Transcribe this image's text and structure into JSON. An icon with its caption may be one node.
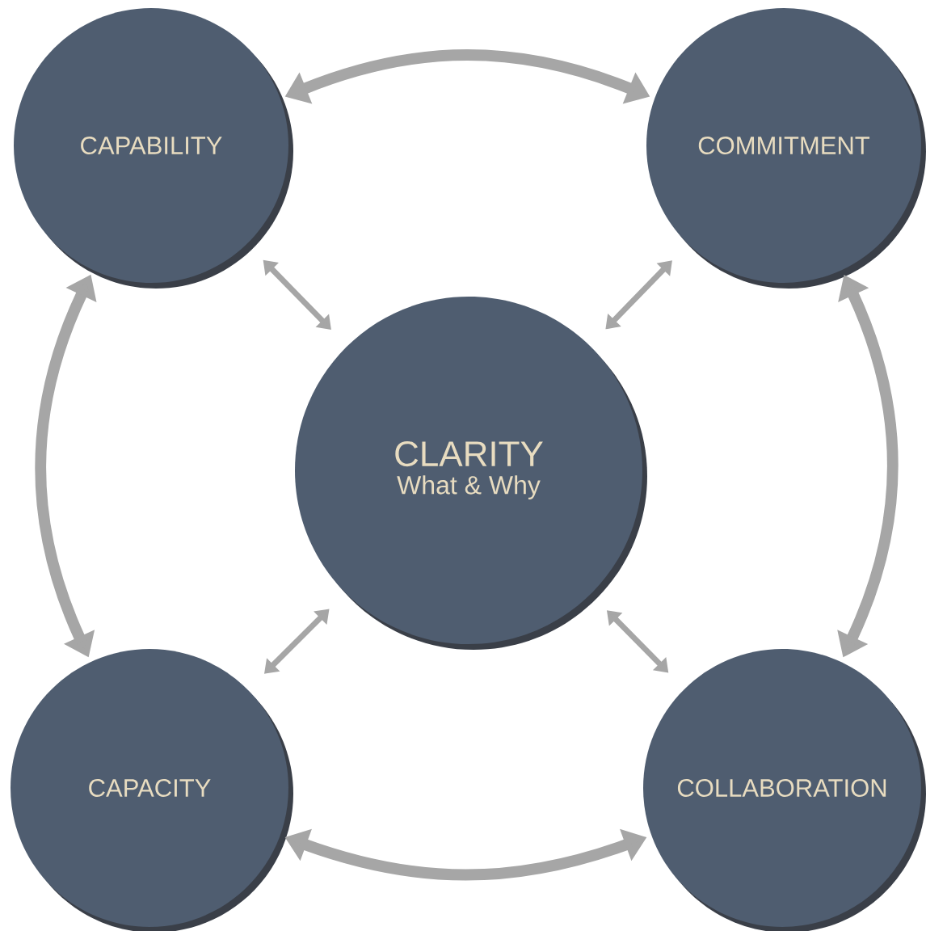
{
  "diagram": {
    "nodes": [
      {
        "text": [
          "CAPABILITY"
        ]
      },
      {
        "text": [
          "COMMITMENT"
        ]
      },
      {
        "text": [
          "CLARITY",
          "What & Why"
        ]
      },
      {
        "text": [
          "CAPACITY"
        ]
      },
      {
        "text": [
          "COLLABORATION"
        ]
      }
    ],
    "edges": [
      {
        "from": 0,
        "to": 1,
        "arrow": "both",
        "style": "thick"
      },
      {
        "from": 0,
        "to": 3,
        "arrow": "both",
        "style": "thick"
      },
      {
        "from": 1,
        "to": 4,
        "arrow": "both",
        "style": "thick"
      },
      {
        "from": 3,
        "to": 4,
        "arrow": "both",
        "style": "thick"
      },
      {
        "from": 2,
        "to": 0,
        "arrow": "both"
      },
      {
        "from": 2,
        "to": 1,
        "arrow": "both"
      },
      {
        "from": 2,
        "to": 3,
        "arrow": "both"
      },
      {
        "from": 2,
        "to": 4,
        "arrow": "both"
      }
    ]
  }
}
